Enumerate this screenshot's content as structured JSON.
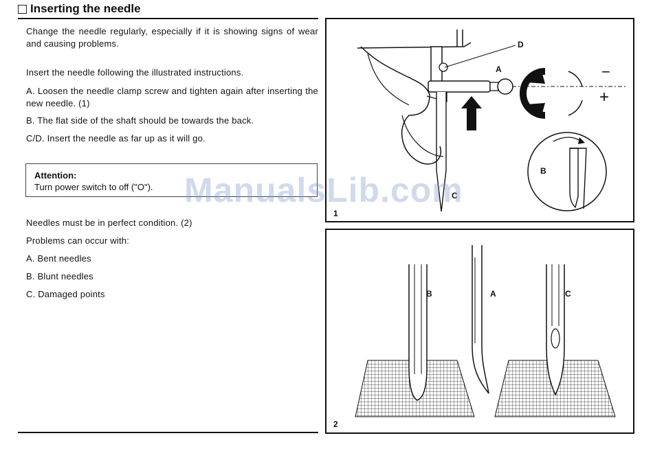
{
  "section": {
    "title": "Inserting the needle"
  },
  "text": {
    "intro": "Change the needle regularly, especially if it is showing signs of wear and causing problems.",
    "instructions": "Insert the needle following the illustrated instructions.",
    "step_a": "A. Loosen the needle clamp screw and tighten again after inserting the new needle. (1)",
    "step_b": "B. The flat side of the shaft should be towards the back.",
    "step_cd": "C/D.  Insert the needle as far up as it will go.",
    "condition": "Needles must be in perfect condition. (2)",
    "problems": "Problems can occur with:",
    "problem_a": "A. Bent needles",
    "problem_b": "B. Blunt needles",
    "problem_c": "C. Damaged points"
  },
  "attention": {
    "heading": "Attention:",
    "body": "Turn power switch to off (\"O\")."
  },
  "figure1": {
    "number": "1",
    "label_d": "D",
    "label_a": "A",
    "label_b": "B",
    "label_c": "C",
    "minus": "−",
    "plus": "+"
  },
  "figure2": {
    "number": "2",
    "label_b": "B",
    "label_a": "A",
    "label_c": "C"
  },
  "watermark": "ManualsLib.com"
}
